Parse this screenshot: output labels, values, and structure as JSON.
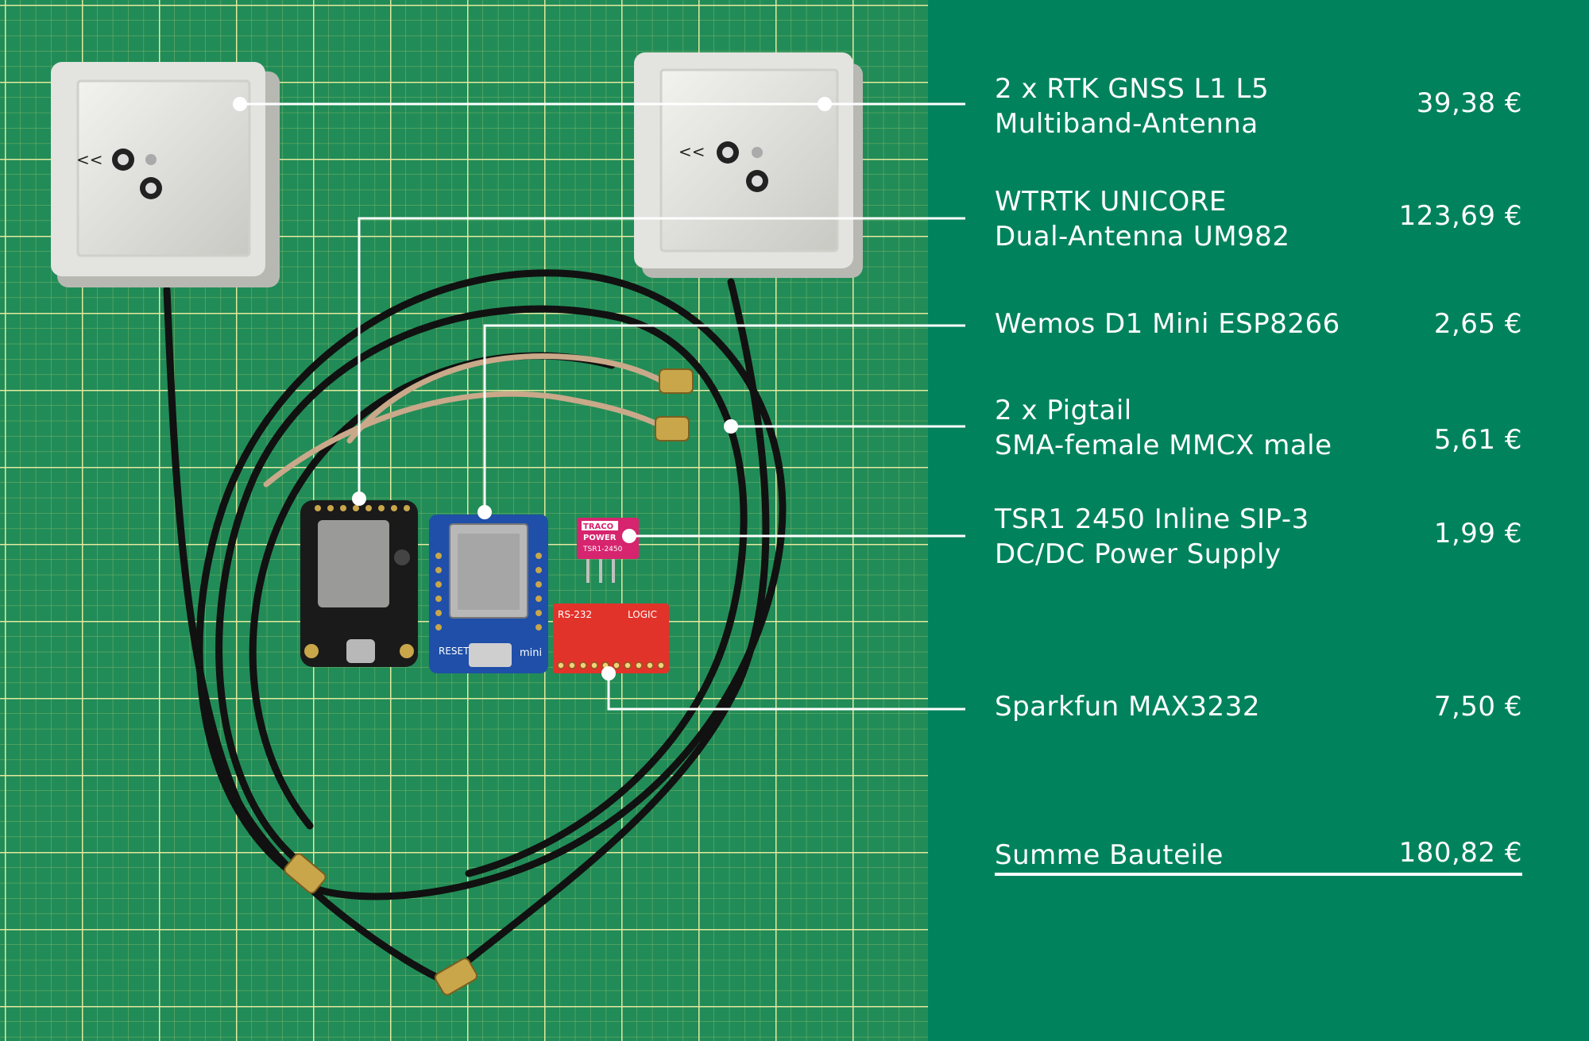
{
  "components": [
    {
      "line1": "2 x RTK GNSS L1 L5",
      "line2": "Multiband-Antenna",
      "price": "39,38 €"
    },
    {
      "line1": "WTRTK UNICORE",
      "line2": "Dual-Antenna UM982",
      "price": "123,69 €"
    },
    {
      "line1": "Wemos D1 Mini ESP8266",
      "line2": "",
      "price": "2,65 €"
    },
    {
      "line1": "2 x Pigtail",
      "line2": "SMA-female MMCX male",
      "price": "5,61 €"
    },
    {
      "line1": "TSR1 2450 Inline SIP-3",
      "line2": "DC/DC Power Supply",
      "price": "1,99 €"
    },
    {
      "line1": "Sparkfun MAX3232",
      "line2": "",
      "price": "7,50 €"
    }
  ],
  "total": {
    "label": "Summe Bauteile",
    "price": "180,82 €"
  },
  "board_labels": {
    "traco_top": "TRACO",
    "traco_mid": "POWER",
    "traco_part": "TSR1-2450",
    "max_left": "RS-232",
    "max_right": "LOGIC",
    "wemos_reset": "RESET",
    "wemos_name": "mini",
    "antenna_arrow": "<<"
  },
  "colors": {
    "panel": "#00835c",
    "mat": "#1f8a55",
    "grid": "#d7df8c"
  }
}
